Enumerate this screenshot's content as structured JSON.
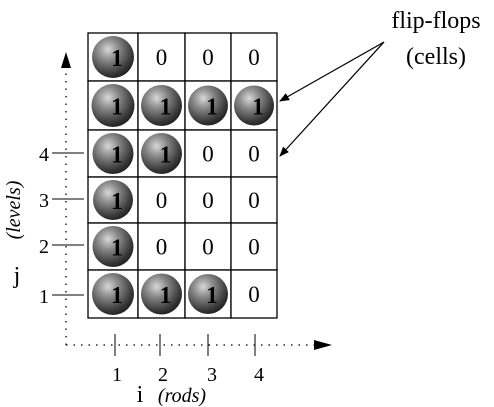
{
  "grid": [
    [
      1,
      0,
      0,
      0
    ],
    [
      1,
      1,
      1,
      1
    ],
    [
      1,
      1,
      0,
      0
    ],
    [
      1,
      0,
      0,
      0
    ],
    [
      1,
      0,
      0,
      0
    ],
    [
      1,
      1,
      1,
      0
    ]
  ],
  "annotation": {
    "line1": "flip-flops",
    "line2": "(cells)"
  },
  "x_axis": {
    "ticks": [
      "1",
      "2",
      "3",
      "4"
    ],
    "label_var": "i",
    "label_desc": "(rods)"
  },
  "y_axis": {
    "ticks": [
      "4",
      "3",
      "2",
      "1"
    ],
    "label_var": "j",
    "label_desc": "(levels)"
  }
}
